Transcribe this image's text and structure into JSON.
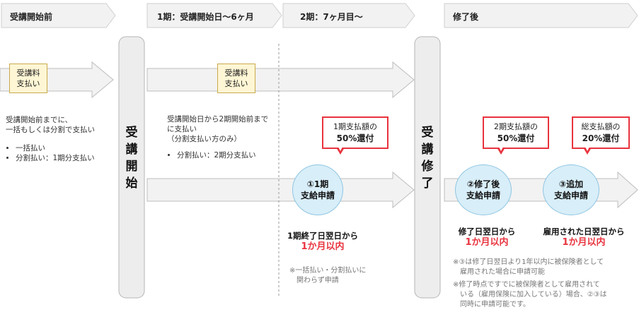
{
  "phases": {
    "before": "受講開始前",
    "p1": "1期：受講開始日〜6ヶ月",
    "p2": "2期：7ヶ月目〜",
    "after": "修了後"
  },
  "pay_boxes": {
    "left": [
      "受講料",
      "支払い"
    ],
    "mid": [
      "受講料",
      "支払い"
    ]
  },
  "pillars": {
    "start": [
      "受",
      "講",
      "開",
      "始"
    ],
    "end": [
      "受",
      "講",
      "修",
      "了"
    ]
  },
  "left_desc": {
    "text": [
      "受講開始前までに、",
      "一括もしくは分割で支払い"
    ],
    "bullets": [
      "一括払い",
      "分割払い：1期分支払い"
    ]
  },
  "mid_desc": {
    "text": [
      "受講開始日から2期開始前まで",
      "に支払い",
      "（分割支払い方のみ）"
    ],
    "bullets": [
      "分割払い：2期分支払い"
    ]
  },
  "circles": {
    "c1": [
      "①1期",
      "支給申請"
    ],
    "c2": [
      "②修了後",
      "支給申請"
    ],
    "c3": [
      "③追加",
      "支給申請"
    ]
  },
  "callouts": {
    "c1": {
      "line1": "1期支払額の",
      "line2": "50%還付"
    },
    "c2": {
      "line1": "2期支払額の",
      "line2": "50%還付"
    },
    "c3": {
      "line1": "総支払額の",
      "line2": "20%還付"
    }
  },
  "deadlines": {
    "d1": {
      "line1": "1期終了日翌日から",
      "line2": "1か月以内"
    },
    "d2": {
      "line1": "修了日翌日から",
      "line2": "1か月以内"
    },
    "d3": {
      "line1": "雇用された日翌日から",
      "line2": "1か月以内"
    }
  },
  "notes": {
    "n1": [
      "※一括払い・分割払いに",
      "関わらず申請"
    ],
    "n2": [
      "※③は修了日翌日より1年以内に被保険者として",
      "雇用された場合に申請可能"
    ],
    "n3": [
      "※修了時点ですでに被保険者として雇用されて",
      "いる（雇用保険に加入している）場合、②③は",
      "同時に申請可能です。"
    ]
  },
  "colors": {
    "arrow_fill": "#f2f2f2",
    "arrow_stroke": "#bdbdbd",
    "accent_red": "#e8333e",
    "circle_fill": "#d8eef8",
    "paybox_fill": "#fff6d5"
  }
}
